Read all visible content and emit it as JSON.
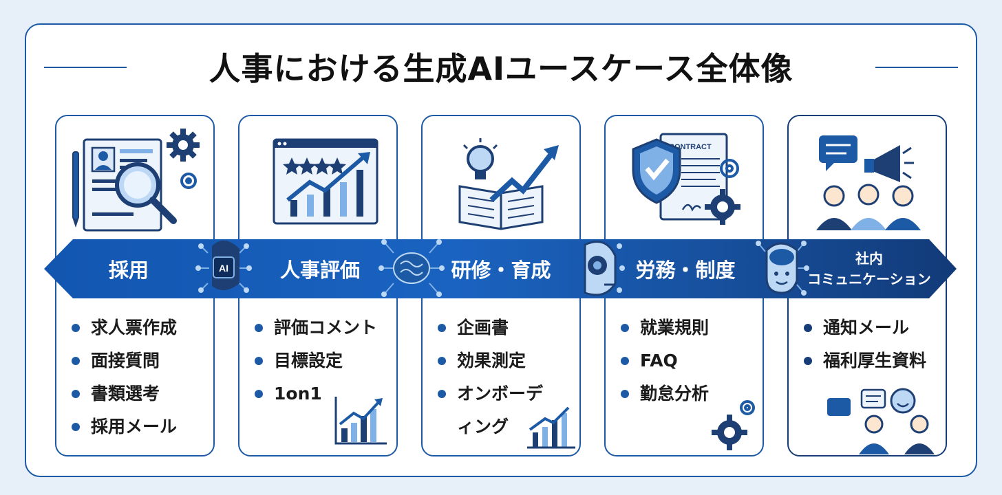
{
  "title": "人事における生成AIユースケース全体像",
  "ai_chip_label": "AI",
  "contract_label": "CONTRACT",
  "colors": {
    "primary": "#1d5aa6",
    "dark": "#163d77",
    "band": "#1a63c0",
    "bg": "#e7f0f9"
  },
  "categories": [
    {
      "label": "採用",
      "icon": "resume-search-icon",
      "items": [
        "求人票作成",
        "面接質問",
        "書類選考",
        "採用メール"
      ]
    },
    {
      "label": "人事評価",
      "icon": "rating-chart-icon",
      "items": [
        "評価コメント",
        "目標設定",
        "1on1"
      ]
    },
    {
      "label": "研修・育成",
      "icon": "book-lightbulb-icon",
      "items": [
        "企画書",
        "効果測定",
        "オンボーデ",
        "ィング"
      ]
    },
    {
      "label": "労務・制度",
      "icon": "contract-shield-icon",
      "items": [
        "就業規則",
        "FAQ",
        "勤怠分析"
      ]
    },
    {
      "label_lines": [
        "社内",
        "コミュニケーション"
      ],
      "icon": "megaphone-people-icon",
      "items": [
        "通知メール",
        "福利厚生資料"
      ]
    }
  ]
}
